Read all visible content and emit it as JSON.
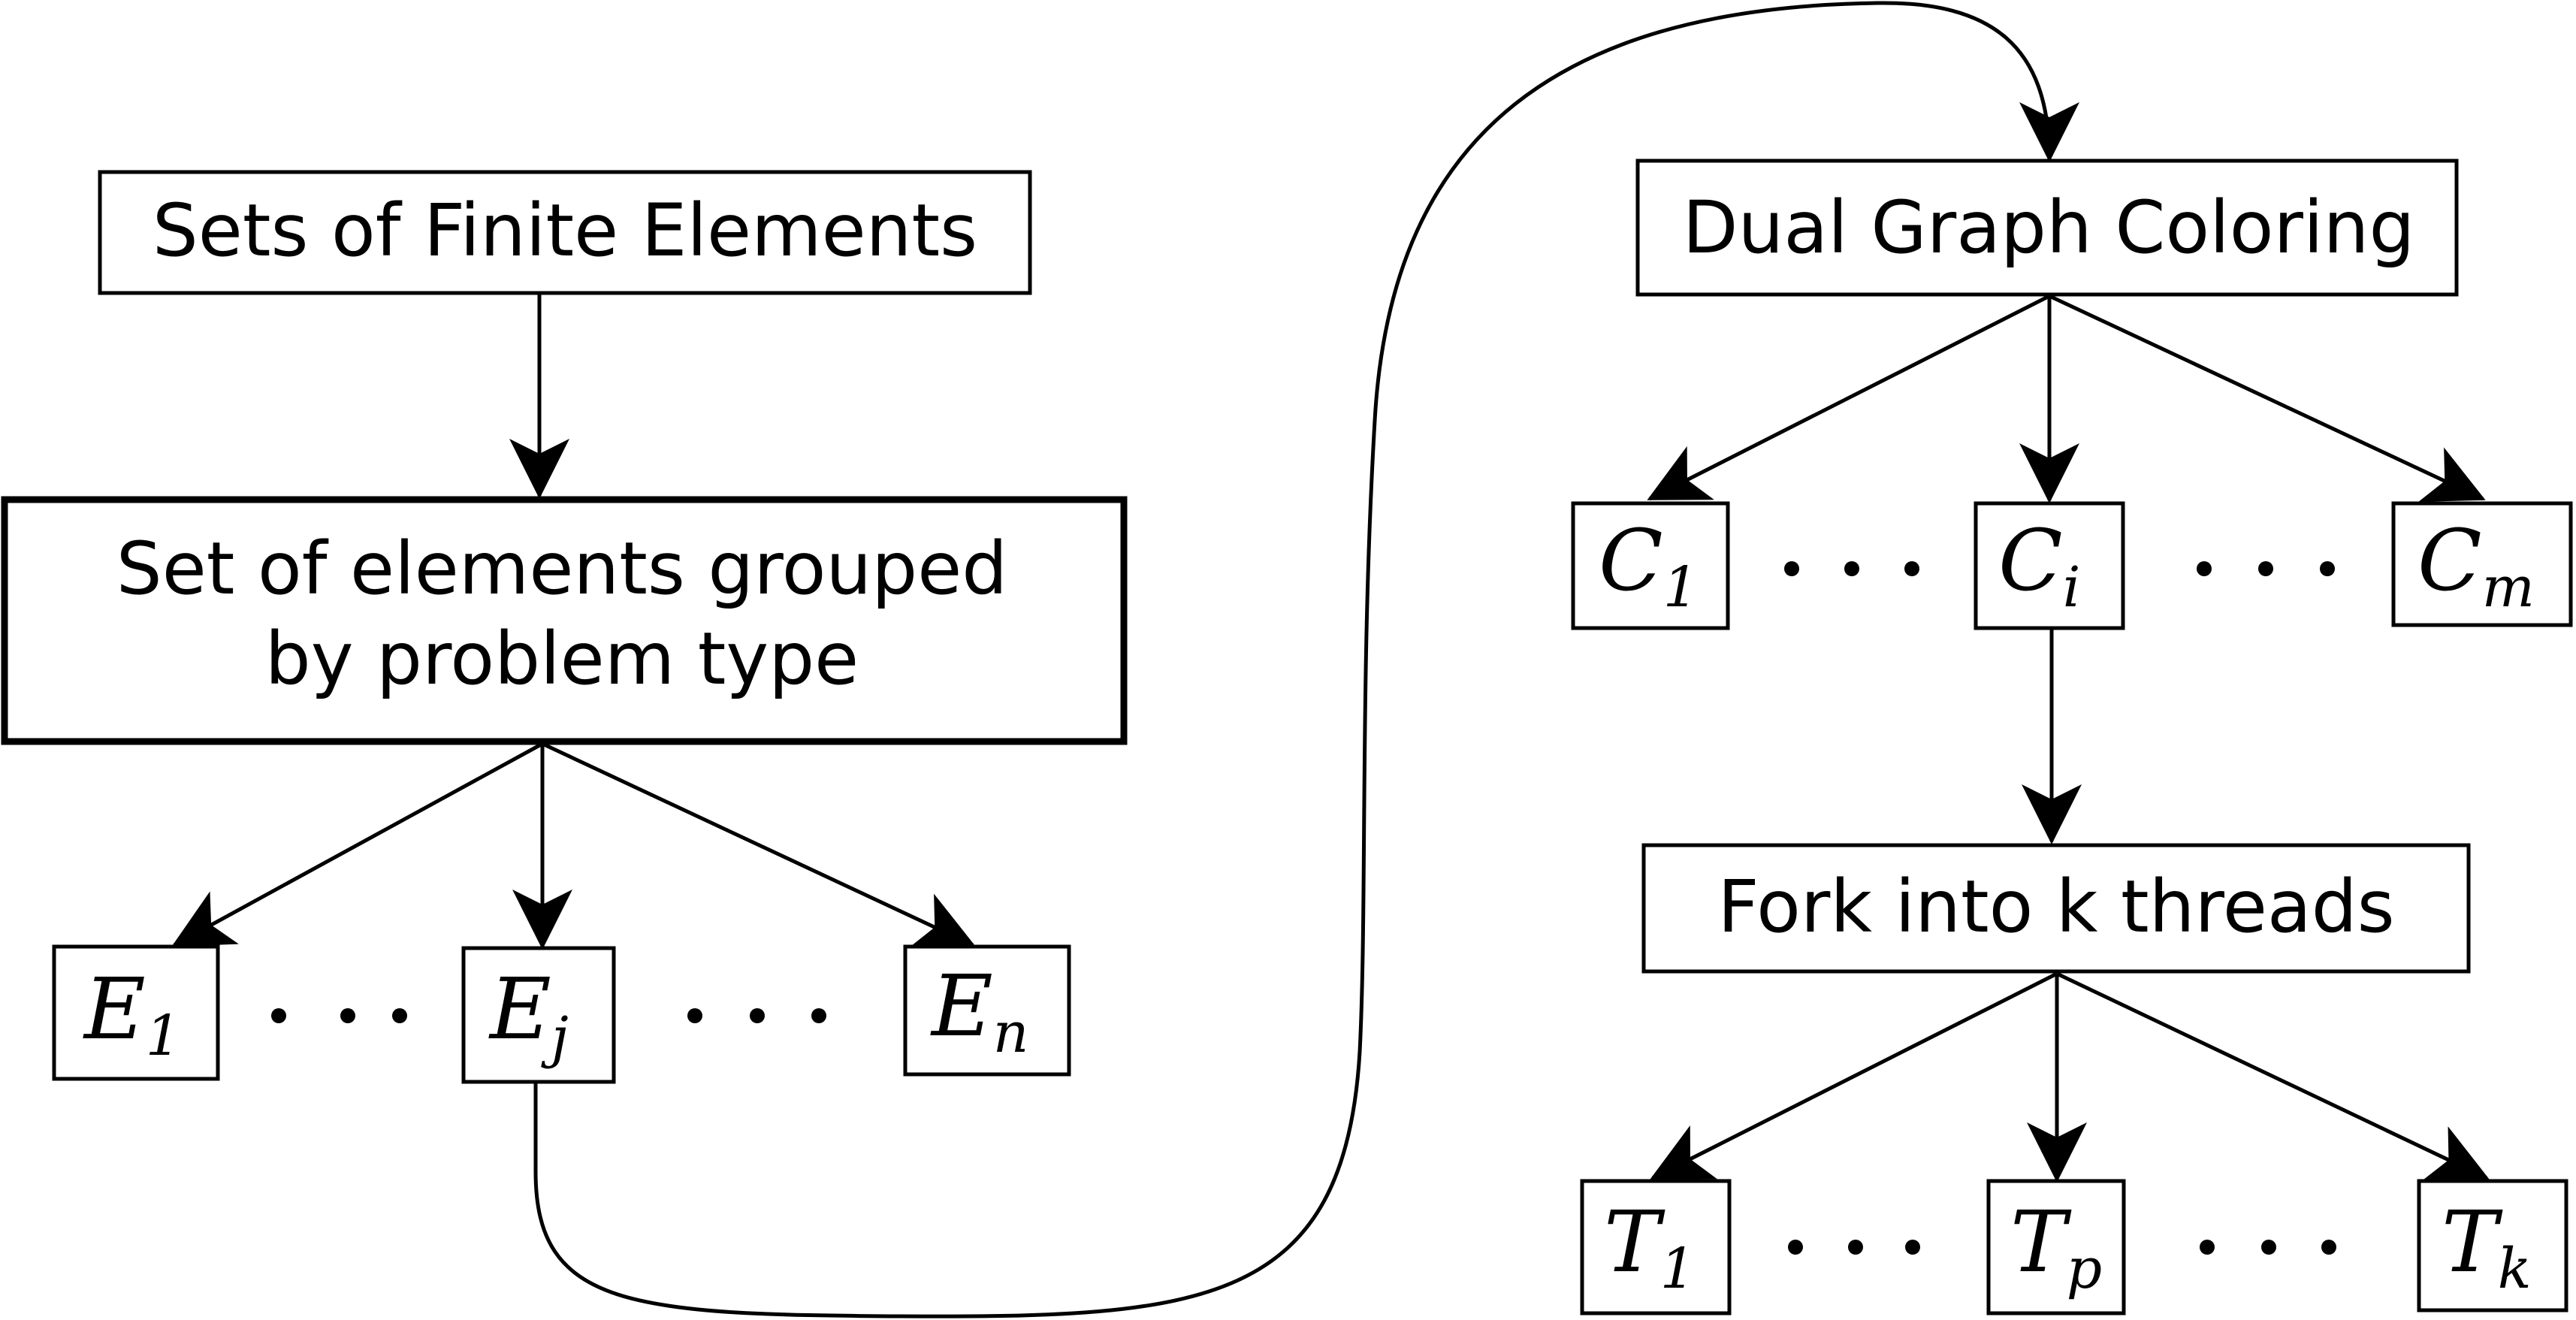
{
  "nodes": {
    "sets_of_finite_elements": "Sets of Finite Elements",
    "grouped_line1": "Set of elements grouped",
    "grouped_line2": "by problem type",
    "dual_graph_coloring": "Dual Graph Coloring",
    "fork_into_threads": "Fork into k threads"
  },
  "elements": [
    {
      "base": "E",
      "sub": "1"
    },
    {
      "base": "E",
      "sub": "j"
    },
    {
      "base": "E",
      "sub": "n"
    }
  ],
  "colors": [
    {
      "base": "C",
      "sub": "1"
    },
    {
      "base": "C",
      "sub": "i"
    },
    {
      "base": "C",
      "sub": "m"
    }
  ],
  "threads": [
    {
      "base": "T",
      "sub": "1"
    },
    {
      "base": "T",
      "sub": "p"
    },
    {
      "base": "T",
      "sub": "k"
    }
  ]
}
